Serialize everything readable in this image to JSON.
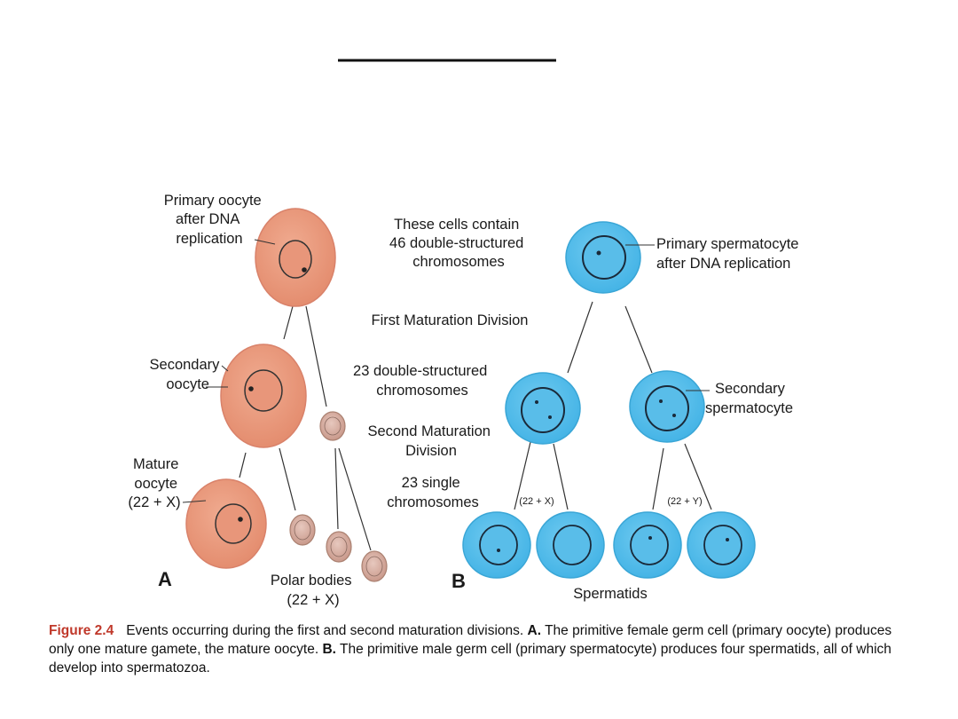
{
  "labels": {
    "primary_oocyte": [
      "Primary oocyte",
      "after DNA",
      "replication"
    ],
    "cells_contain": [
      "These cells contain",
      "46 double-structured",
      "chromosomes"
    ],
    "primary_spermatocyte": [
      "Primary spermatocyte",
      "after DNA replication"
    ],
    "first_division": "First Maturation Division",
    "secondary_oocyte": [
      "Secondary",
      "oocyte"
    ],
    "double_23": [
      "23 double-structured",
      "chromosomes"
    ],
    "secondary_spermatocyte": [
      "Secondary",
      "spermatocyte"
    ],
    "second_division": [
      "Second Maturation",
      "Division"
    ],
    "mature_oocyte": [
      "Mature",
      "oocyte",
      "(22 + X)"
    ],
    "single_23": [
      "23 single",
      "chromosomes"
    ],
    "karyotype_x": "(22 + X)",
    "karyotype_y": "(22 + Y)",
    "polar_bodies": [
      "Polar bodies",
      "(22 + X)"
    ],
    "spermatids": "Spermatids",
    "panel_a": "A",
    "panel_b": "B"
  },
  "caption": {
    "figure": "Figure 2.4",
    "part1": "Events occurring during the first and second maturation divisions. ",
    "a": "A.",
    "part2": " The primitive female germ cell (primary oocyte) produces only one mature gamete, the mature oocyte. ",
    "b": "B.",
    "part3": " The primitive male germ cell (primary spermatocyte) produces four spermatids, all of which develop into spermatozoa."
  },
  "colors": {
    "oocyte_fill": "#e89a7c",
    "oocyte_edge": "#d9826a",
    "polar_fill": "#d8b3a8",
    "sperm_fill": "#58c0ea",
    "sperm_edge": "#3aa6d6",
    "nucleus_fill": "#cfe9f7",
    "line": "#333333",
    "caption_figure": "#c0392b"
  }
}
